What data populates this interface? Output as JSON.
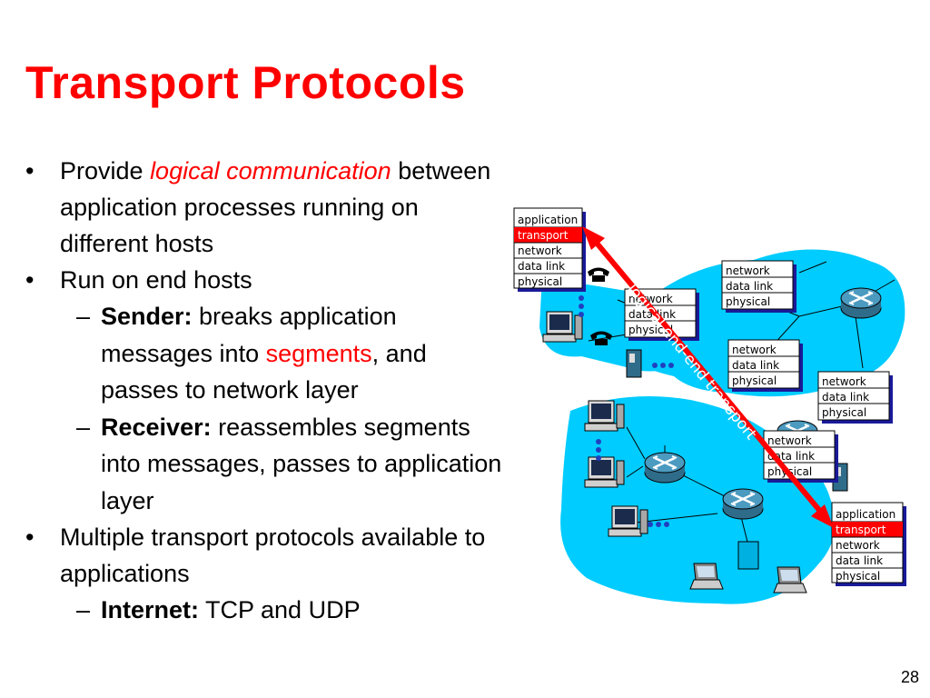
{
  "slide": {
    "title": "Transport Protocols",
    "page_number": "28"
  },
  "bullets": {
    "b1": {
      "pre": "Provide ",
      "em": "logical communication",
      "post": " between application processes running on different hosts"
    },
    "b2": {
      "text": "Run on end hosts"
    },
    "b2a": {
      "label": "Sender:",
      "t1": " breaks application messages into ",
      "em": "segments",
      "t2": ", and passes to network layer"
    },
    "b2b": {
      "label": "Receiver:",
      "t1": " reassembles segments into messages, passes to application layer"
    },
    "b3": {
      "text": "Multiple transport protocols available to applications"
    },
    "b3a": {
      "label": "Internet:",
      "t1": " TCP and UDP"
    }
  },
  "diagram": {
    "stack_layers": {
      "application": "application",
      "transport": "transport",
      "network": "network",
      "datalink": "data link",
      "physical": "physical"
    },
    "arrow_label": "logical end-end transport"
  },
  "colors": {
    "title": "#ff0000",
    "accent": "#ff0000",
    "cloud": "#00ccff",
    "arrow": "#ff0000"
  },
  "icons": [
    "bullet-dot",
    "dash",
    "router-icon",
    "desktop-computer-icon",
    "telephone-icon",
    "laptop-icon",
    "server-icon"
  ]
}
